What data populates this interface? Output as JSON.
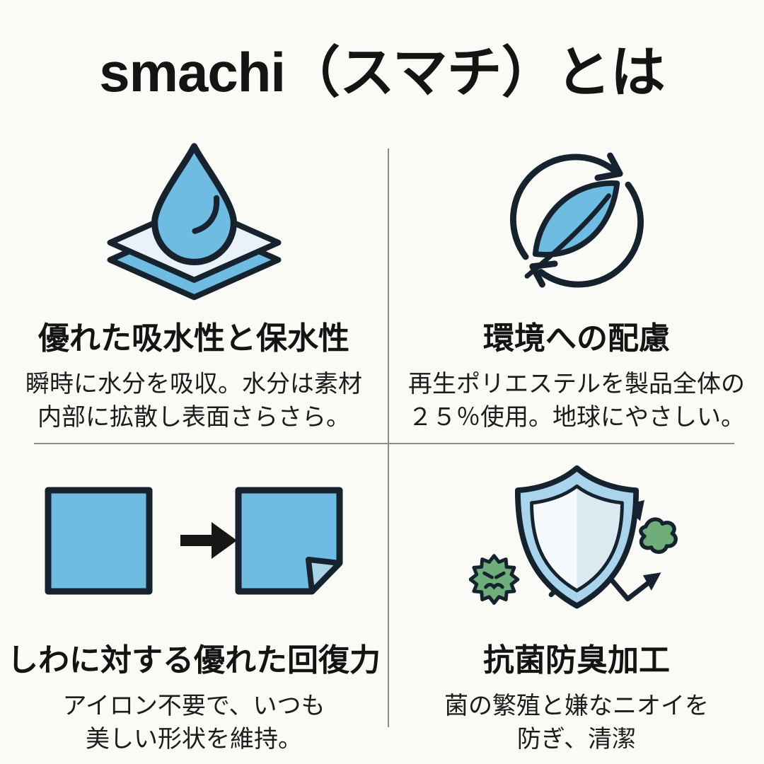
{
  "title": "smachi（スマチ）とは",
  "features": [
    {
      "icon": "water-drop-layers-icon",
      "heading": "優れた吸水性と保水性",
      "body": "瞬時に水分を吸収。水分は素材\n内部に拡散し表面さらさら。"
    },
    {
      "icon": "recycle-leaf-icon",
      "heading": "環境への配慮",
      "body": "再生ポリエステルを製品全体の\n２５％使用。地球にやさしい。"
    },
    {
      "icon": "wrinkle-recovery-squares-icon",
      "heading": "しわに対する優れた回復力",
      "body": "アイロン不要で、いつも\n美しい形状を維持。"
    },
    {
      "icon": "antibacterial-shield-icon",
      "heading": "抗菌防臭加工",
      "body": "菌の繁殖と嫌なニオイを\n防ぎ、清潔"
    }
  ],
  "palette": {
    "background": "#FAFAF6",
    "text": "#161616",
    "icon_blue": "#6FBCE3",
    "icon_light_blue": "#E9F2F8",
    "outline_dark": "#16222E",
    "germ_green": "#6FAE7A",
    "divider_gray": "#8C8C8C"
  }
}
